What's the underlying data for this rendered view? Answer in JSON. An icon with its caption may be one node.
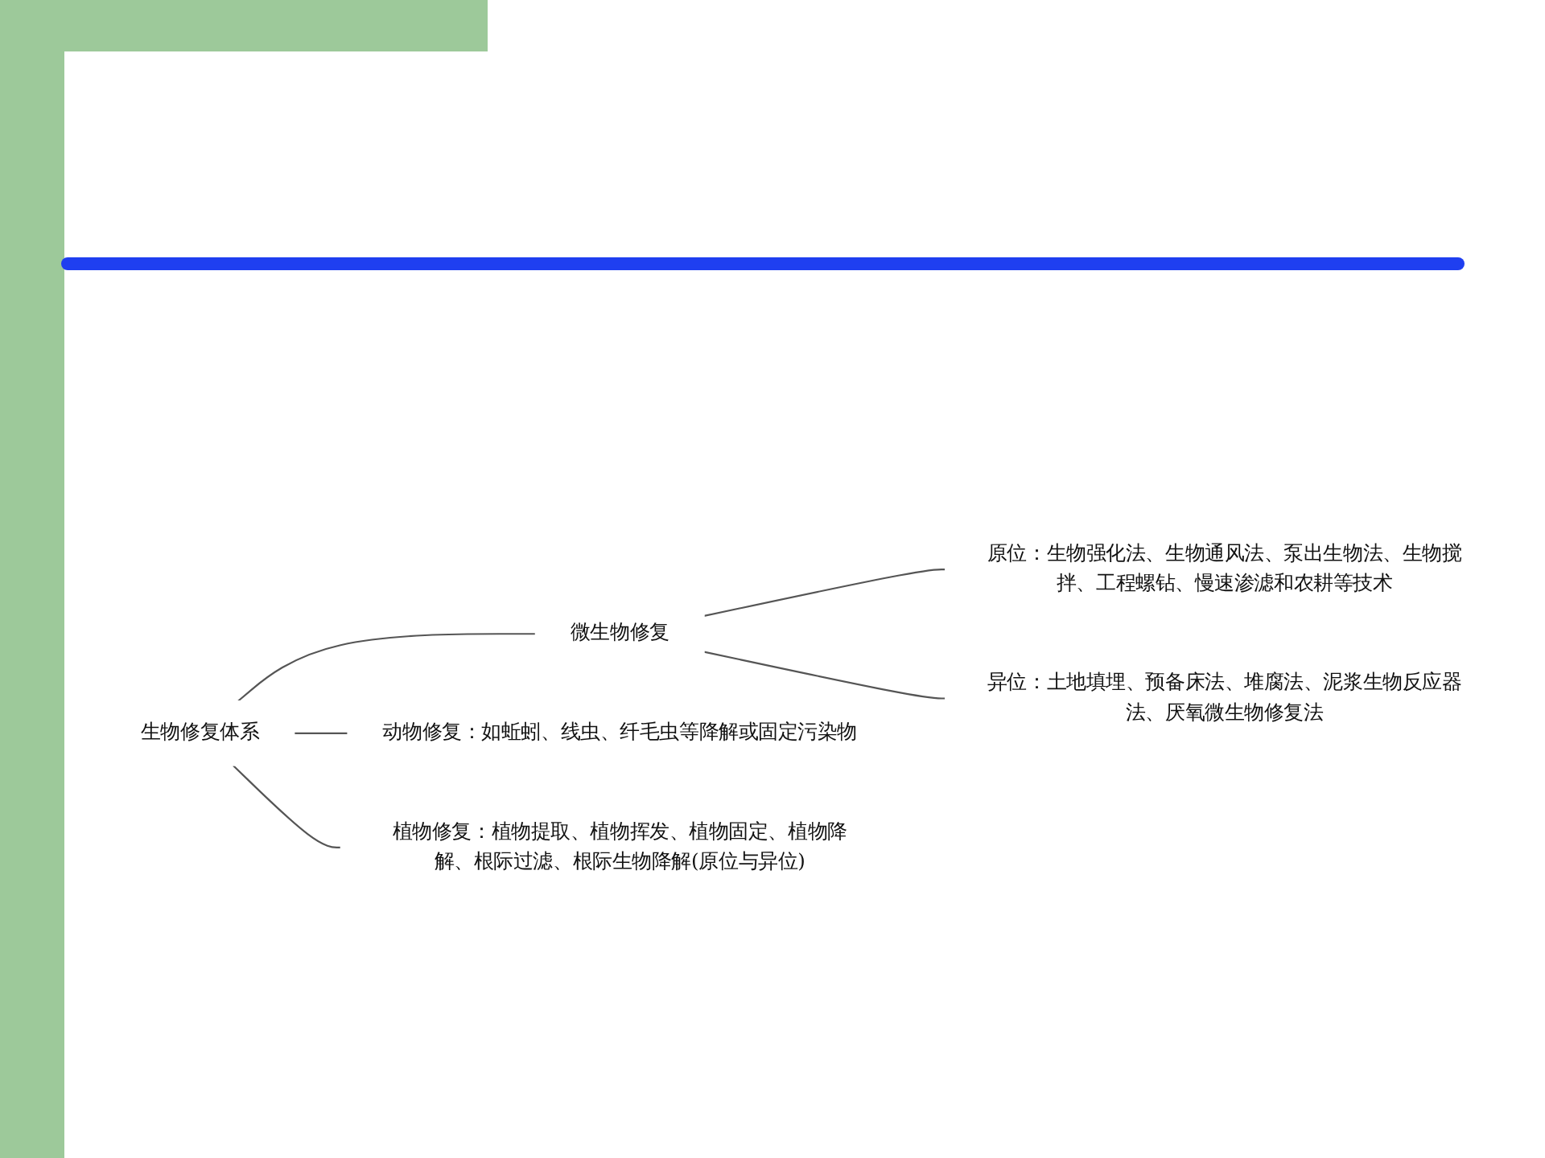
{
  "diagram": {
    "nodes": [
      {
        "text": [
          "生物修复体系"
        ]
      },
      {
        "text": [
          "微生物修复"
        ]
      },
      {
        "text": [
          "原位：生物强化法、生物通风法、泵出生物法、生物搅拌、工程螺钻、慢速渗滤和农耕等技术"
        ]
      },
      {
        "text": [
          "异位：土地填埋、预备床法、堆腐法、泥浆生物反应器法、厌氧微生物修复法"
        ]
      },
      {
        "text": [
          "动物修复：如蚯蚓、线虫、纤毛虫等降解或固定污染物"
        ]
      },
      {
        "text": [
          "植物修复：植物提取、植物挥发、植物固定、植物降解、根际过滤、根际生物降解(原位与异位)"
        ]
      }
    ],
    "edges": [
      {
        "from": 0,
        "to": 1,
        "arrow": "none"
      },
      {
        "from": 1,
        "to": 2,
        "arrow": "none"
      },
      {
        "from": 1,
        "to": 3,
        "arrow": "none"
      },
      {
        "from": 0,
        "to": 4,
        "arrow": "none"
      },
      {
        "from": 0,
        "to": 5,
        "arrow": "none"
      }
    ]
  }
}
